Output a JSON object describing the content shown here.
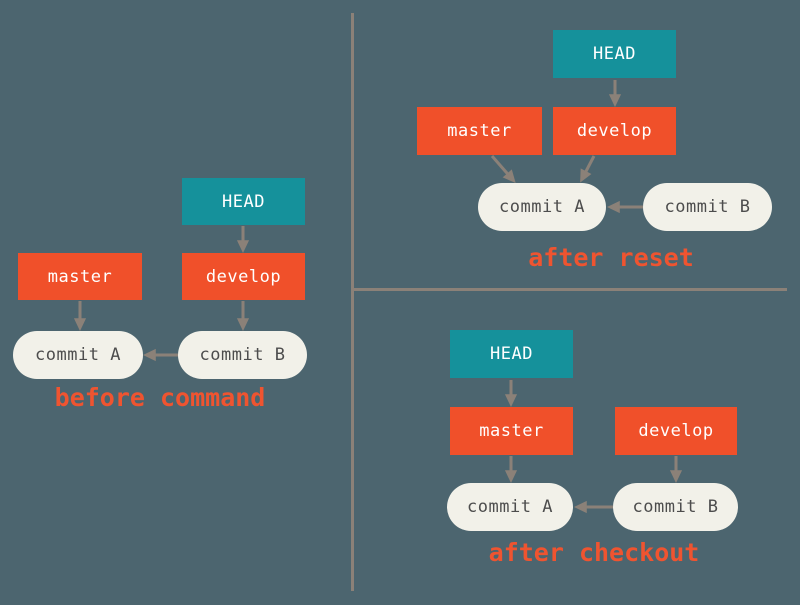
{
  "colors": {
    "background": "#4C656F",
    "divider": "#8B8178",
    "arrow": "#8B8178",
    "head_box": "#15919B",
    "branch_box": "#F0502A",
    "commit_pill": "#F2F1E9",
    "commit_text": "#4D4D4D",
    "box_text": "#FFFFFF",
    "caption": "#EF5430"
  },
  "panels": {
    "before": {
      "caption": "before command",
      "head": "HEAD",
      "master": "master",
      "develop": "develop",
      "commit_a": "commit A",
      "commit_b": "commit B"
    },
    "after_reset": {
      "caption": "after reset",
      "head": "HEAD",
      "master": "master",
      "develop": "develop",
      "commit_a": "commit A",
      "commit_b": "commit B"
    },
    "after_checkout": {
      "caption": "after checkout",
      "head": "HEAD",
      "master": "master",
      "develop": "develop",
      "commit_a": "commit A",
      "commit_b": "commit B"
    }
  }
}
